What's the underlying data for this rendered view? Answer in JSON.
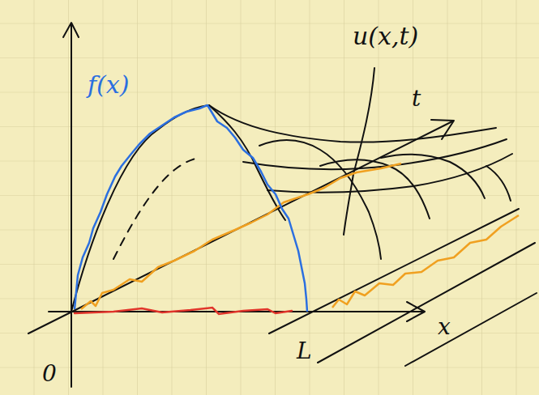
{
  "diagram": {
    "labels": [
      "u(x,t)",
      "f(x)",
      "t",
      "0",
      "L",
      "x"
    ]
  }
}
